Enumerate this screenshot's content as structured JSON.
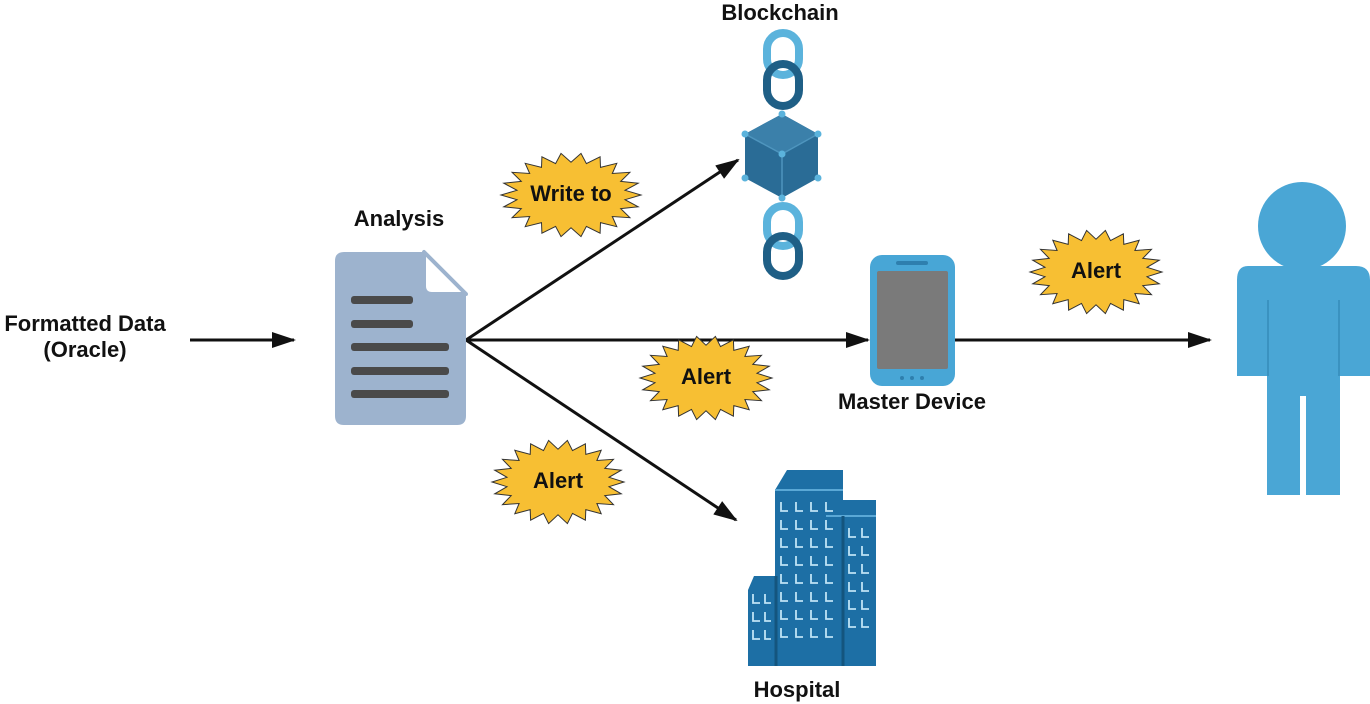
{
  "labels": {
    "source_line1": "Formatted Data",
    "source_line2": "(Oracle)",
    "analysis": "Analysis",
    "blockchain": "Blockchain",
    "master_device": "Master Device",
    "hospital": "Hospital"
  },
  "badges": {
    "write_to": "Write to",
    "alert_device": "Alert",
    "alert_hospital": "Alert",
    "alert_person": "Alert"
  },
  "colors": {
    "badge_fill": "#F7BF33",
    "document": "#9DB3CE",
    "document_lines": "#4A4A4A",
    "chain_light": "#5BB3DC",
    "chain_dark": "#1F5F86",
    "cube": "#2A6C96",
    "phone_body": "#48A6D6",
    "phone_screen": "#7A7A7A",
    "hospital": "#1D6FA5",
    "person": "#4AA6D5",
    "arrow": "#111111"
  },
  "icons": [
    "document-icon",
    "chain-link-icon",
    "cube-icon",
    "phone-icon",
    "building-icon",
    "person-icon"
  ]
}
